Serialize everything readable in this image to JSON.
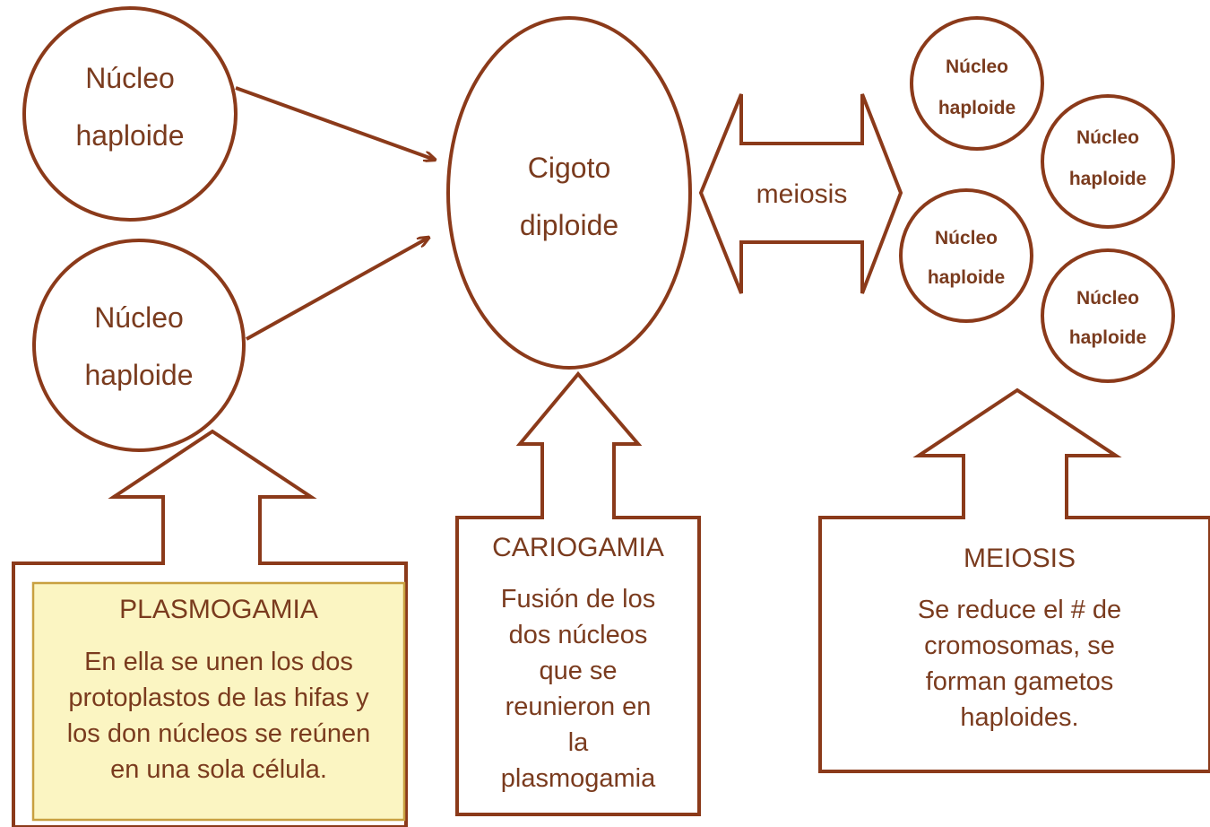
{
  "colors": {
    "stroke": "#8b3a1a",
    "text": "#7a3b1e",
    "highlight_fill": "#fbf5c2",
    "highlight_border": "#c8a040"
  },
  "nuclei_left": [
    {
      "line1": "Núcleo",
      "line2": "haploide"
    },
    {
      "line1": "Núcleo",
      "line2": "haploide"
    }
  ],
  "zygote": {
    "line1": "Cigoto",
    "line2": "diploide"
  },
  "meiosis_arrow_label": "meiosis",
  "nuclei_right": [
    {
      "line1": "Núcleo",
      "line2": "haploide"
    },
    {
      "line1": "Núcleo",
      "line2": "haploide"
    },
    {
      "line1": "Núcleo",
      "line2": "haploide"
    },
    {
      "line1": "Núcleo",
      "line2": "haploide"
    }
  ],
  "boxes": {
    "plasmogamia": {
      "title": "PLASMOGAMIA",
      "lines": [
        "En ella se unen los dos",
        "protoplastos de las hifas y",
        "los don núcleos se reúnen",
        "en una sola célula."
      ]
    },
    "cariogamia": {
      "title": "CARIOGAMIA",
      "lines": [
        "Fusión de los",
        "dos núcleos",
        "que se",
        "reunieron en",
        "la",
        "plasmogamia"
      ]
    },
    "meiosis": {
      "title": "MEIOSIS",
      "lines": [
        "Se reduce el # de",
        "cromosomas, se",
        "forman gametos",
        "haploides."
      ]
    }
  }
}
